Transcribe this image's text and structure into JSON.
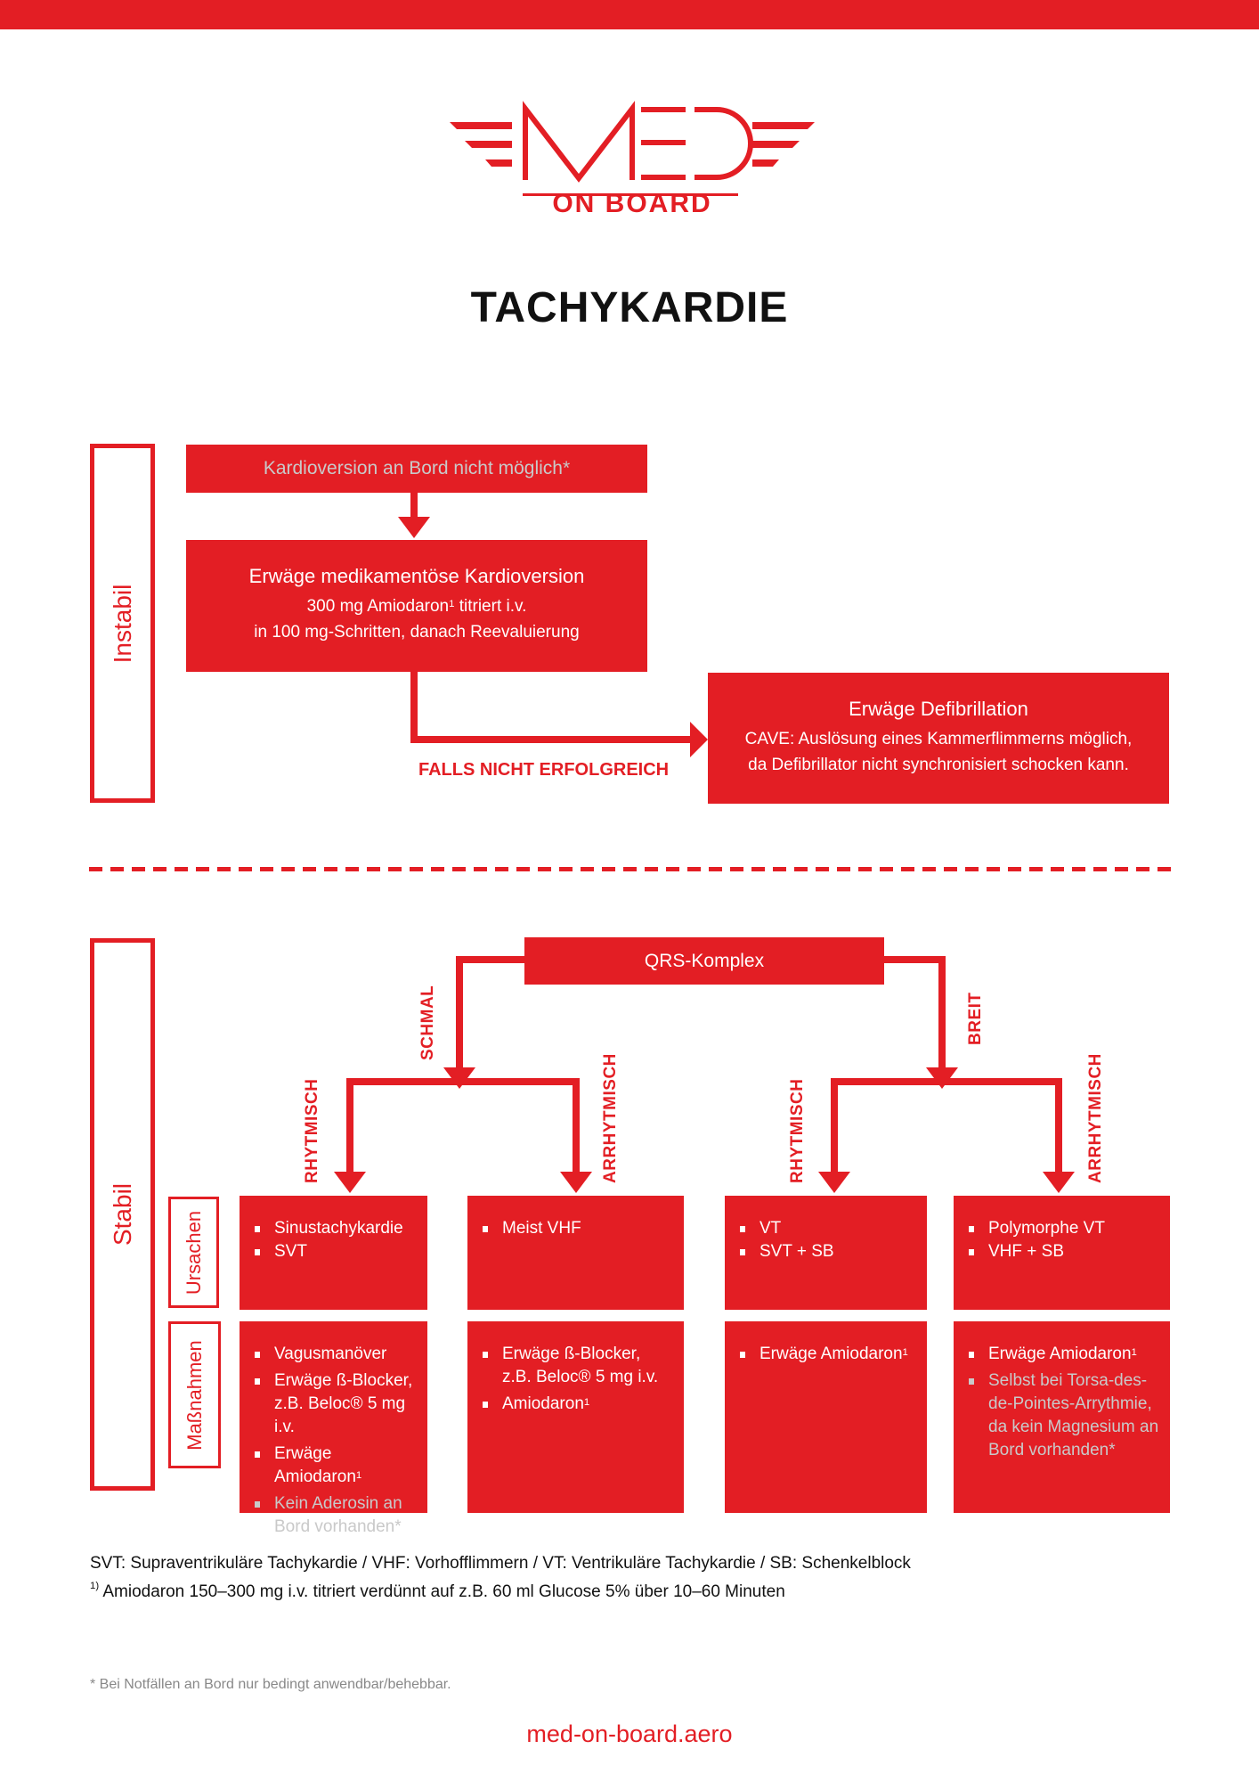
{
  "header": {
    "brand_main": "MED",
    "brand_sub": "ON BOARD",
    "title": "TACHYKARDIE"
  },
  "colors": {
    "brand_red": "#e31e24",
    "muted_text": "#c9c9c9",
    "body_text": "#111111",
    "note_text": "#888888"
  },
  "instabil": {
    "section_label": "Instabil",
    "box1": {
      "text": "Kardioversion an Bord nicht möglich*",
      "muted": true
    },
    "box2": {
      "title": "Erwäge medikamentöse Kardioversion",
      "line1": "300 mg Amiodaron",
      "line1_sup": "1",
      "line1_end": " titriert i.v.",
      "line2": "in 100 mg-Schritten, danach Reevaluierung"
    },
    "branch_label": "FALLS NICHT ERFOLGREICH",
    "box3": {
      "title": "Erwäge Defibrillation",
      "line1": "CAVE: Auslösung eines Kammerflimmerns möglich,",
      "line2": "da Defibrillator nicht synchronisiert schocken kann."
    }
  },
  "stabil": {
    "section_label": "Stabil",
    "root": "QRS-Komplex",
    "branches": {
      "left": "SCHMAL",
      "right": "BREIT"
    },
    "sub_branches": {
      "schmal_left": "RHYTMISCH",
      "schmal_right": "ARRHYTMISCH",
      "breit_left": "RHYTMISCH",
      "breit_right": "ARRHYTMISCH"
    },
    "row_labels": {
      "ursachen": "Ursachen",
      "massnahmen": "Maßnahmen"
    },
    "columns": [
      {
        "ursachen": [
          "Sinustachykardie",
          "SVT"
        ],
        "massnahmen": [
          {
            "text": "Vagusmanöver"
          },
          {
            "text": "Erwäge ß-Blocker, z.B. Beloc® 5 mg i.v."
          },
          {
            "text": "Erwäge Amiodaron",
            "sup": "1"
          },
          {
            "text": "Kein Aderosin an Bord vorhanden*",
            "muted": true
          }
        ]
      },
      {
        "ursachen": [
          "Meist VHF"
        ],
        "massnahmen": [
          {
            "text": "Erwäge ß-Blocker, z.B. Beloc® 5 mg i.v."
          },
          {
            "text": "Amiodaron",
            "sup": "1"
          }
        ]
      },
      {
        "ursachen": [
          "VT",
          "SVT + SB"
        ],
        "massnahmen": [
          {
            "text": "Erwäge Amiodaron",
            "sup": "1"
          }
        ]
      },
      {
        "ursachen": [
          "Polymorphe VT",
          "VHF + SB"
        ],
        "massnahmen": [
          {
            "text": "Erwäge Amiodaron",
            "sup": "1"
          },
          {
            "text": "Selbst bei Torsa-des-de-Pointes-Arrythmie, da kein Magnesium an Bord vorhanden*",
            "muted": true
          }
        ]
      }
    ]
  },
  "footer": {
    "abbreviations": "SVT: Supraventrikuläre Tachykardie / VHF: Vorhofflimmern / VT: Ventrikuläre Tachykardie / SB: Schenkelblock",
    "footnote_marker": "1)",
    "footnote_text": " Amiodaron 150–300 mg i.v. titriert verdünnt auf z.B. 60 ml Glucose 5% über 10–60 Minuten",
    "asterisk_note": "* Bei Notfällen an Bord nur bedingt anwendbar/behebbar.",
    "website": "med-on-board.aero"
  }
}
